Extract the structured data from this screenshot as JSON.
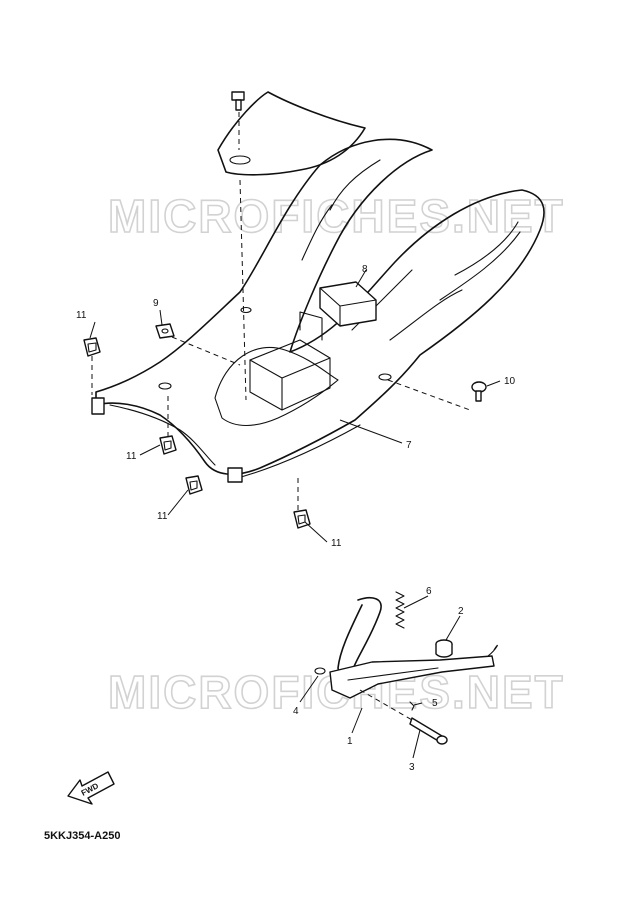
{
  "watermarks": [
    "MICROFICHES.NET",
    "MICROFICHES.NET"
  ],
  "callouts": {
    "c1": "1",
    "c2": "2",
    "c3": "3",
    "c4": "4",
    "c5": "5",
    "c6": "6",
    "c7": "7",
    "c8": "8",
    "c9": "9",
    "c10": "10",
    "c11a": "11",
    "c11b": "11",
    "c11c": "11",
    "c11d": "11"
  },
  "direction_label": "FWD",
  "diagram_code": "5KKJ354-A250"
}
